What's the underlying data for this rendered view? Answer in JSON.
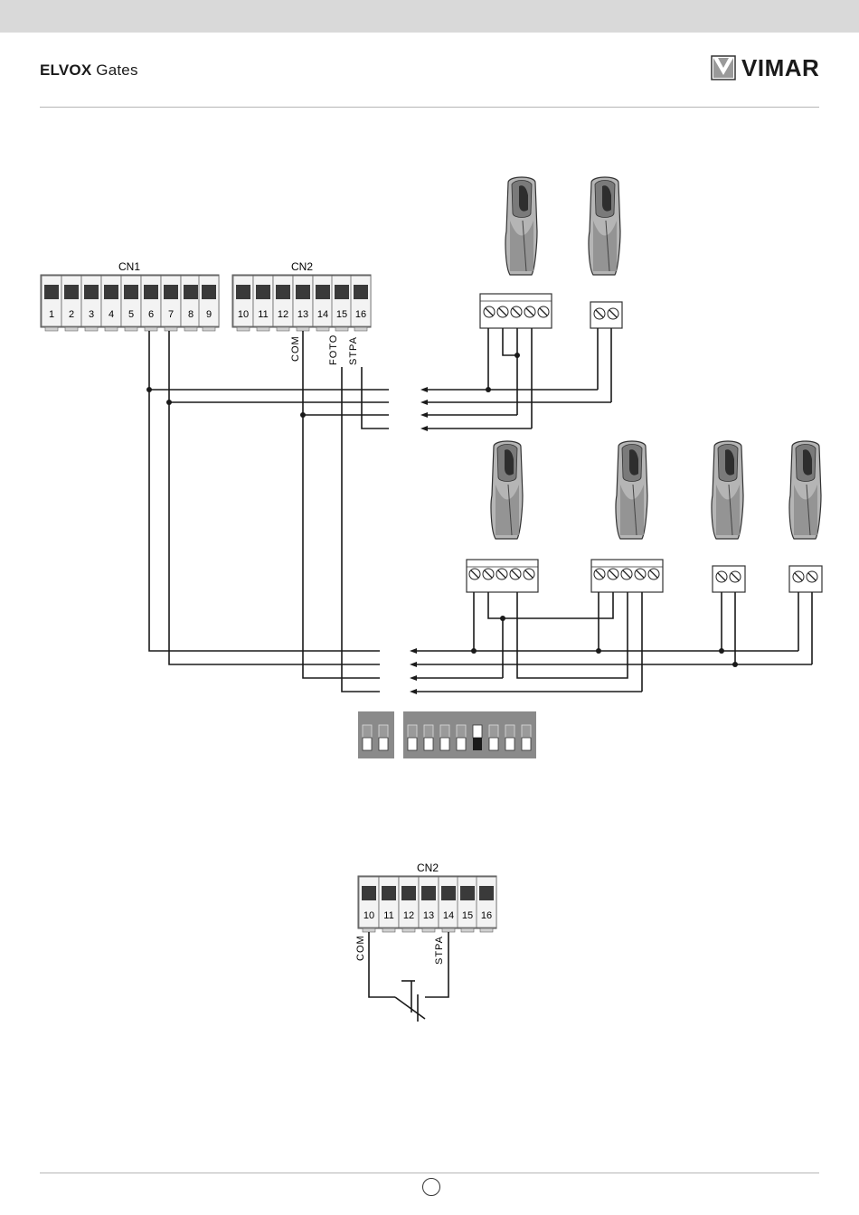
{
  "header": {
    "brand_left_bold": "ELVOX",
    "brand_left_rest": " Gates",
    "brand_right": "VIMAR"
  },
  "diagram_top": {
    "cn1_label": "CN1",
    "cn1_terminals": [
      "1",
      "2",
      "3",
      "4",
      "5",
      "6",
      "7",
      "8",
      "9"
    ],
    "cn2_label": "CN2",
    "cn2_terminals": [
      "10",
      "11",
      "12",
      "13",
      "14",
      "15",
      "16"
    ],
    "labels": {
      "com": "COM",
      "foto": "FOTO",
      "stpa": "STPA"
    }
  },
  "diagram_bottom": {
    "cn2_label": "CN2",
    "cn2_terminals": [
      "10",
      "11",
      "12",
      "13",
      "14",
      "15",
      "16"
    ],
    "labels": {
      "com": "COM",
      "stpa": "STPA"
    }
  },
  "colors": {
    "wire": "#1a1a1a",
    "dip_panel": "#8a8a8a",
    "terminal_square": "#3a3a3a",
    "header_band": "#d9d9d9"
  }
}
